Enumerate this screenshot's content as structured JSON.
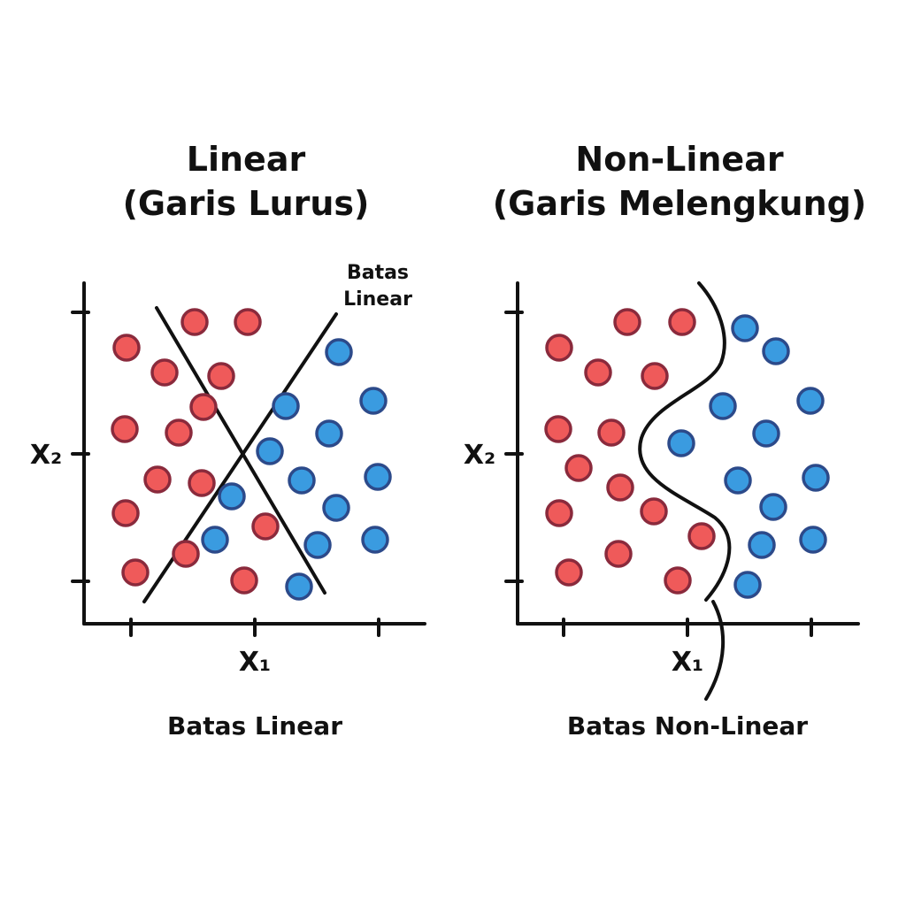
{
  "colors": {
    "class_a_fill": "#ef5a5a",
    "class_a_stroke": "#8a2a3c",
    "class_b_fill": "#3a9be0",
    "class_b_stroke": "#2c4a8a",
    "ink": "#111111"
  },
  "panels": [
    {
      "title_line1": "Linear",
      "title_line2": "(Garis Lurus)",
      "xlabel": "X₁",
      "ylabel": "X₂",
      "caption": "Batas Linear",
      "annotation_line1": "Batas",
      "annotation_line2": "Linear",
      "boundary_type": "two straight lines"
    },
    {
      "title_line1": "Non-Linear",
      "title_line2": "(Garis Melengkung)",
      "xlabel": "X₁",
      "ylabel": "X₂",
      "caption": "Batas Non-Linear",
      "boundary_type": "curved line"
    }
  ]
}
